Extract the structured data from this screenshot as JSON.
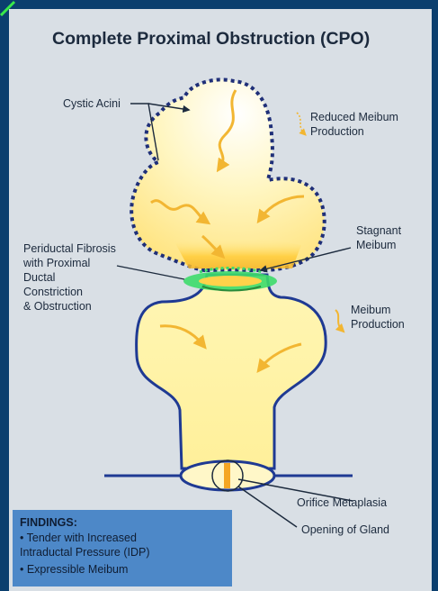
{
  "title": "Complete Proximal Obstruction (CPO)",
  "labels": {
    "cystic_acini": "Cystic Acini",
    "reduced_meibum_production": "Reduced Meibum\nProduction",
    "stagnant_meibum": "Stagnant\nMeibum",
    "periductal_fibrosis": "Periductal Fibrosis\nwith Proximal\nDuctal\nConstriction\n& Obstruction",
    "meibum_production": "Meibum\nProduction",
    "orifice_metaplasia": "Orifice Metaplasia",
    "opening_of_gland": "Opening of Gland"
  },
  "findings": {
    "heading": "FINDINGS:",
    "items": [
      "• Tender with Increased\n  Intraductal Pressure (IDP)",
      "• Expressible Meibum"
    ]
  },
  "colors": {
    "background": "#0b3f6e",
    "panel": "#d9dfe5",
    "duct_outline": "#1f3a93",
    "meibum_fill": "#fff3a8",
    "arrow": "#f2b632",
    "fibrosis": "#3ddc6a",
    "findings_box": "#4d88c8"
  }
}
